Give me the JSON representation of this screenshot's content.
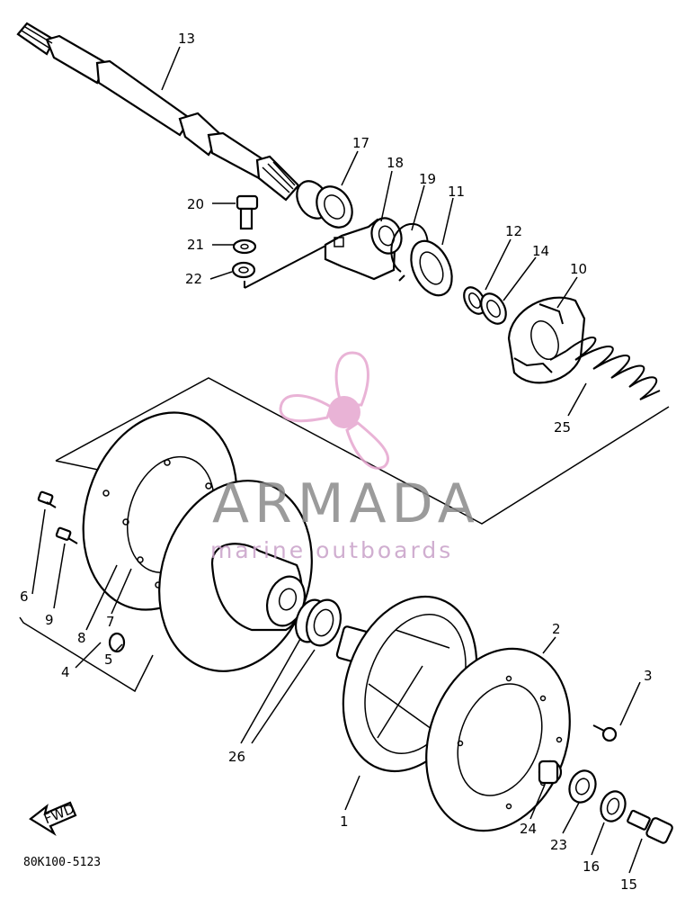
{
  "diagram": {
    "callouts": [
      {
        "id": "13",
        "text": "13"
      },
      {
        "id": "17",
        "text": "17"
      },
      {
        "id": "18",
        "text": "18"
      },
      {
        "id": "19",
        "text": "19"
      },
      {
        "id": "11",
        "text": "11"
      },
      {
        "id": "20",
        "text": "20"
      },
      {
        "id": "21",
        "text": "21"
      },
      {
        "id": "22",
        "text": "22"
      },
      {
        "id": "12",
        "text": "12"
      },
      {
        "id": "14",
        "text": "14"
      },
      {
        "id": "10",
        "text": "10"
      },
      {
        "id": "25",
        "text": "25"
      },
      {
        "id": "6",
        "text": "6"
      },
      {
        "id": "9",
        "text": "9"
      },
      {
        "id": "8",
        "text": "8"
      },
      {
        "id": "7",
        "text": "7"
      },
      {
        "id": "5",
        "text": "5"
      },
      {
        "id": "4",
        "text": "4"
      },
      {
        "id": "2",
        "text": "2"
      },
      {
        "id": "3",
        "text": "3"
      },
      {
        "id": "26",
        "text": "26"
      },
      {
        "id": "1",
        "text": "1"
      },
      {
        "id": "24",
        "text": "24"
      },
      {
        "id": "23",
        "text": "23"
      },
      {
        "id": "16",
        "text": "16"
      },
      {
        "id": "15",
        "text": "15"
      }
    ],
    "fwd_label": "FWD",
    "diagram_code": "80K100-5123"
  },
  "watermark": {
    "brand": "ARMADA",
    "tagline": "marine outboards",
    "logo_icon": "propeller-logo-icon",
    "accent_color": "#e6a6cf",
    "brand_color": "#8a8a8a"
  }
}
